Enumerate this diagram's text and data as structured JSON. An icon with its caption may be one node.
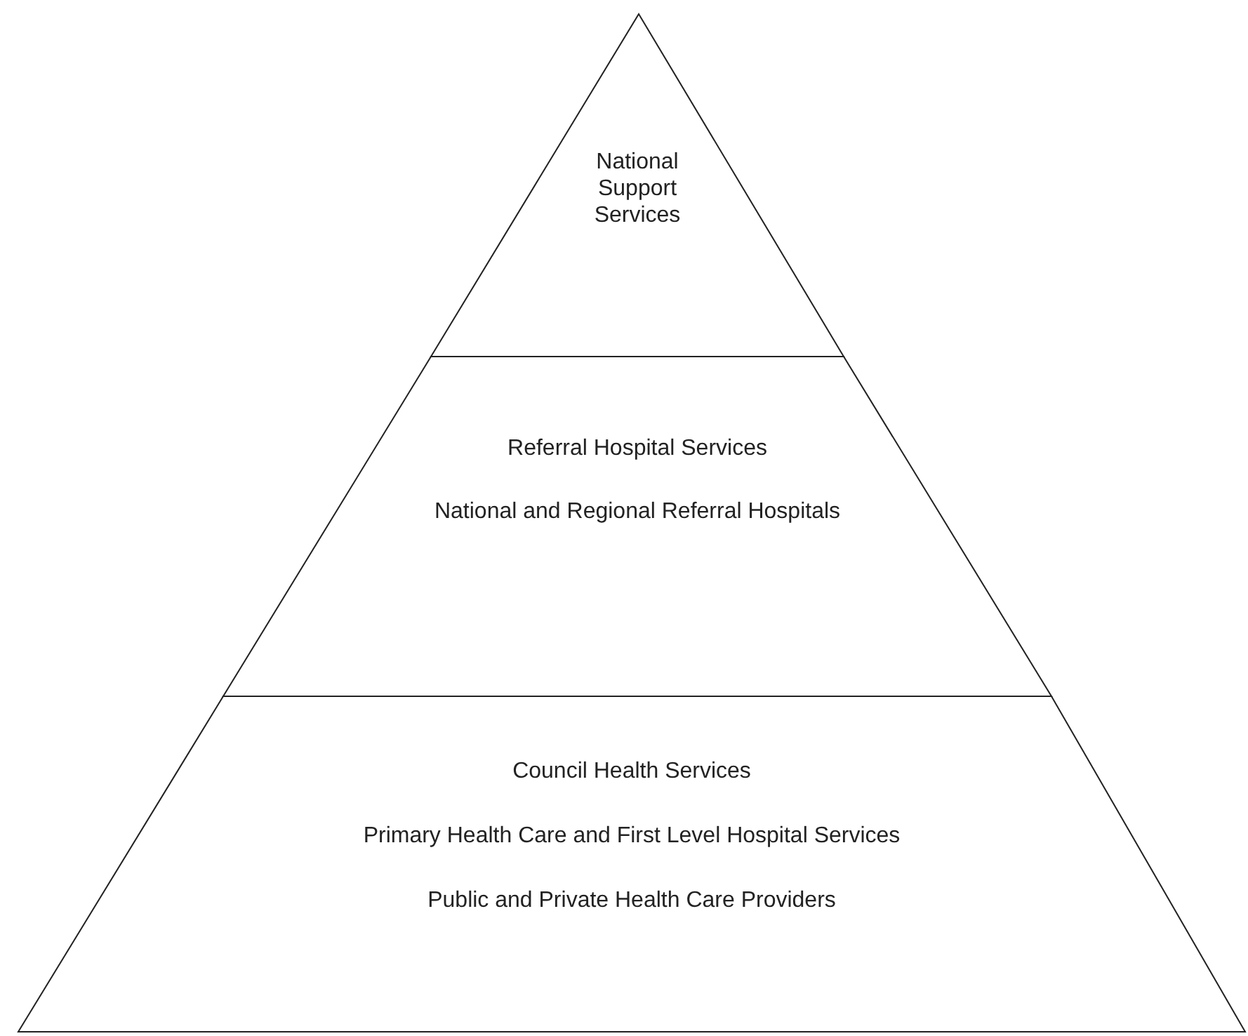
{
  "diagram": {
    "nodes": [
      {
        "text": [
          "National Support Services"
        ]
      },
      {
        "text": [
          "Referral Hospital Services",
          "National and Regional Referral Hospitals"
        ]
      },
      {
        "text": [
          "Council Health Services",
          "Primary Health Care and First Level Hospital Services",
          "Public and Private Health Care Providers"
        ]
      }
    ]
  }
}
